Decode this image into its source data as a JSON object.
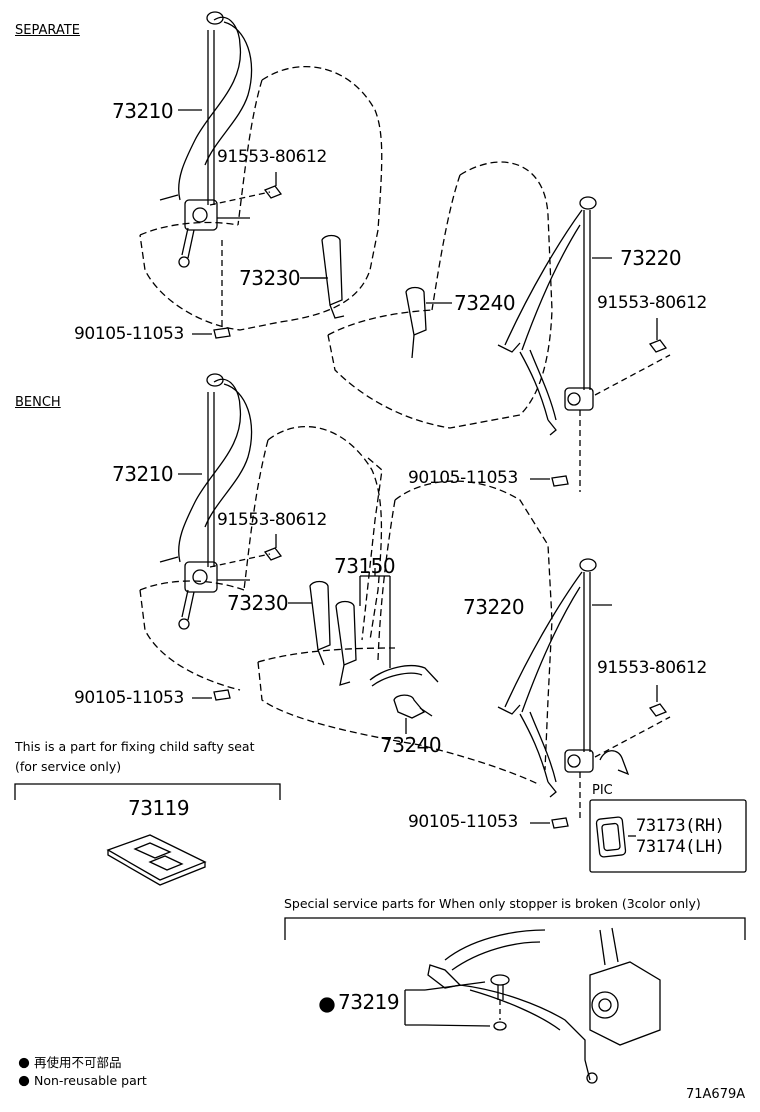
{
  "sections": {
    "separate": "SEPARATE",
    "bench": "BENCH"
  },
  "callouts": {
    "sep_73210": "73210",
    "sep_91553_a": "91553-80612",
    "sep_73230": "73230",
    "sep_90105_a": "90105-11053",
    "sep_73240": "73240",
    "sep_73220": "73220",
    "sep_91553_b": "91553-80612",
    "sep_90105_b": "90105-11053",
    "bench_73210": "73210",
    "bench_91553_a": "91553-80612",
    "bench_73150": "73150",
    "bench_73230": "73230",
    "bench_90105_a": "90105-11053",
    "bench_73240": "73240",
    "bench_73220": "73220",
    "bench_91553_b": "91553-80612",
    "bench_90105_b": "90105-11053"
  },
  "child_seat": {
    "note_line1": "This is a part for fixing child safty seat",
    "note_line2": "(for service only)",
    "part": "73119"
  },
  "pic": {
    "label": "PIC",
    "part_rh": "73173(RH)",
    "part_lh": "73174(LH)"
  },
  "special": {
    "note": "Special service parts for When only stopper is broken (3color only)",
    "part": "73219"
  },
  "legend": {
    "jp": "再使用不可部品",
    "en": "Non-reusable part"
  },
  "diagram_code": "71A679A"
}
